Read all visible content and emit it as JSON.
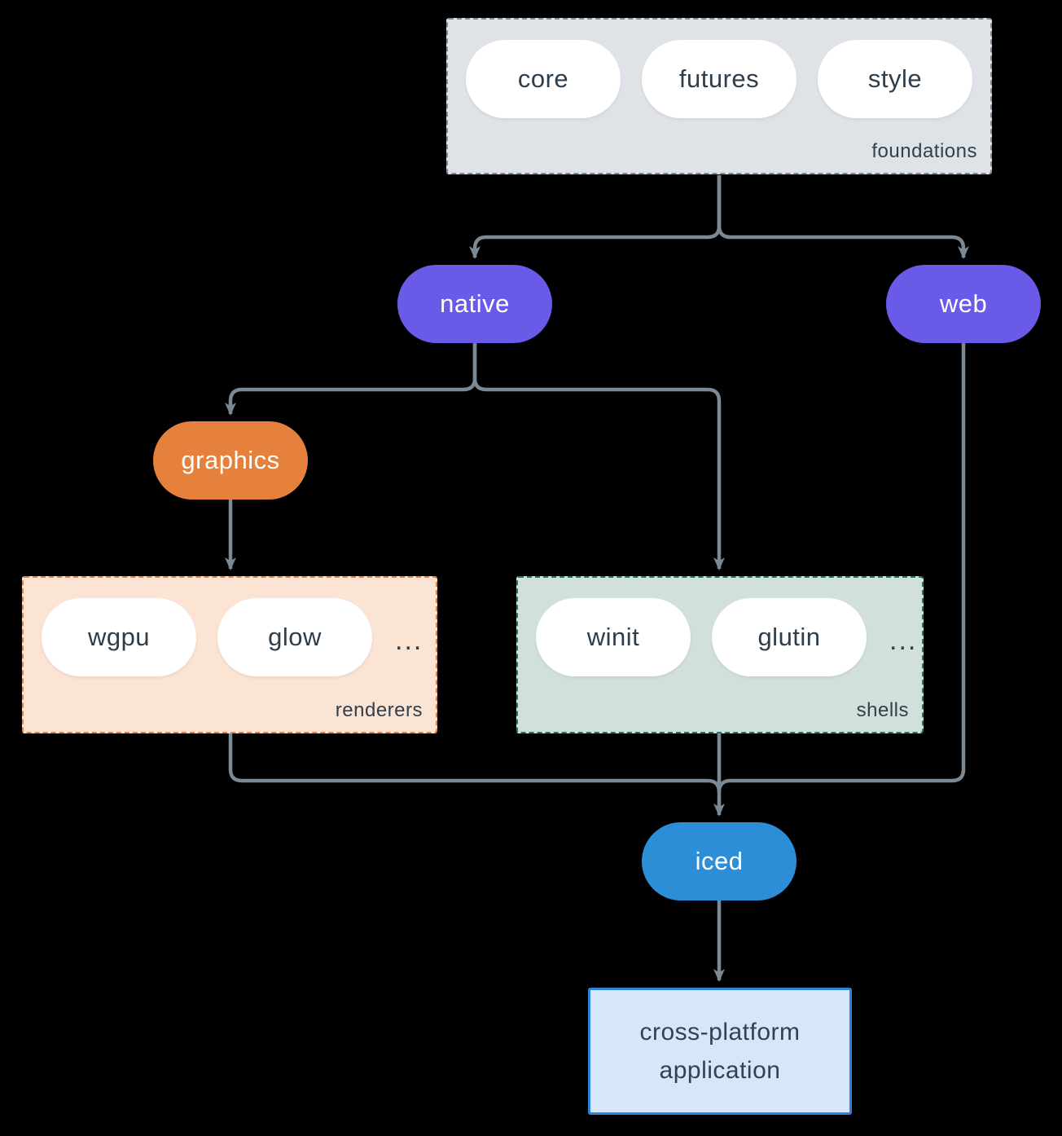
{
  "groups": {
    "foundations": {
      "label": "foundations",
      "pills": [
        "core",
        "futures",
        "style"
      ]
    },
    "renderers": {
      "label": "renderers",
      "pills": [
        "wgpu",
        "glow"
      ],
      "ellipsis": "..."
    },
    "shells": {
      "label": "shells",
      "pills": [
        "winit",
        "glutin"
      ],
      "ellipsis": "..."
    }
  },
  "nodes": {
    "native": {
      "label": "native",
      "color": "#6a5ae8"
    },
    "web": {
      "label": "web",
      "color": "#6a5ae8"
    },
    "graphics": {
      "label": "graphics",
      "color": "#e5813c"
    },
    "iced": {
      "label": "iced",
      "color": "#2d8ed8"
    },
    "application": {
      "label": "cross-platform application",
      "fill": "#d5e7f8",
      "border": "#2b84d6"
    }
  },
  "colors": {
    "background": "#000000",
    "connector": "#7b8995",
    "text_dark": "#2e3d4c",
    "text_light": "#ffffff",
    "foundations_fill": "#dfe3e7",
    "foundations_border": "#7e8c9a",
    "renderers_fill": "#fbe4d4",
    "renderers_border": "#e8823c",
    "shells_fill": "#d2e0da",
    "shells_border": "#20766a"
  }
}
